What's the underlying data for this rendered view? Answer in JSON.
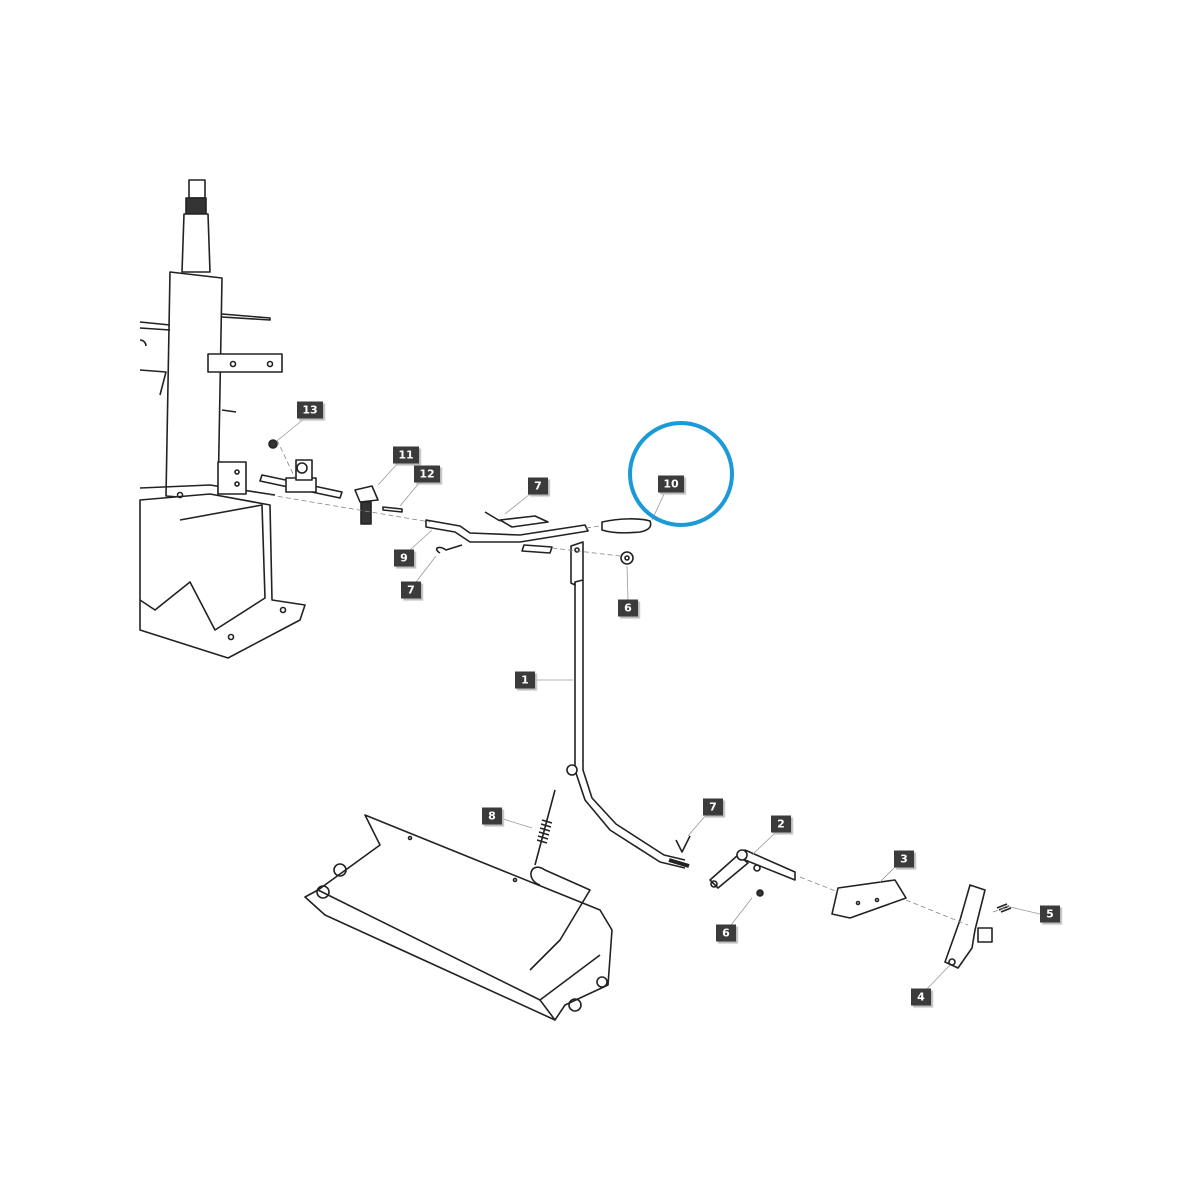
{
  "diagram": {
    "highlight_color": "#1a9ad6",
    "highlighted_part": "10",
    "callouts": [
      "13",
      "11",
      "12",
      "7",
      "10",
      "9",
      "7",
      "6",
      "1",
      "8",
      "7",
      "2",
      "3",
      "5",
      "6",
      "4"
    ]
  }
}
